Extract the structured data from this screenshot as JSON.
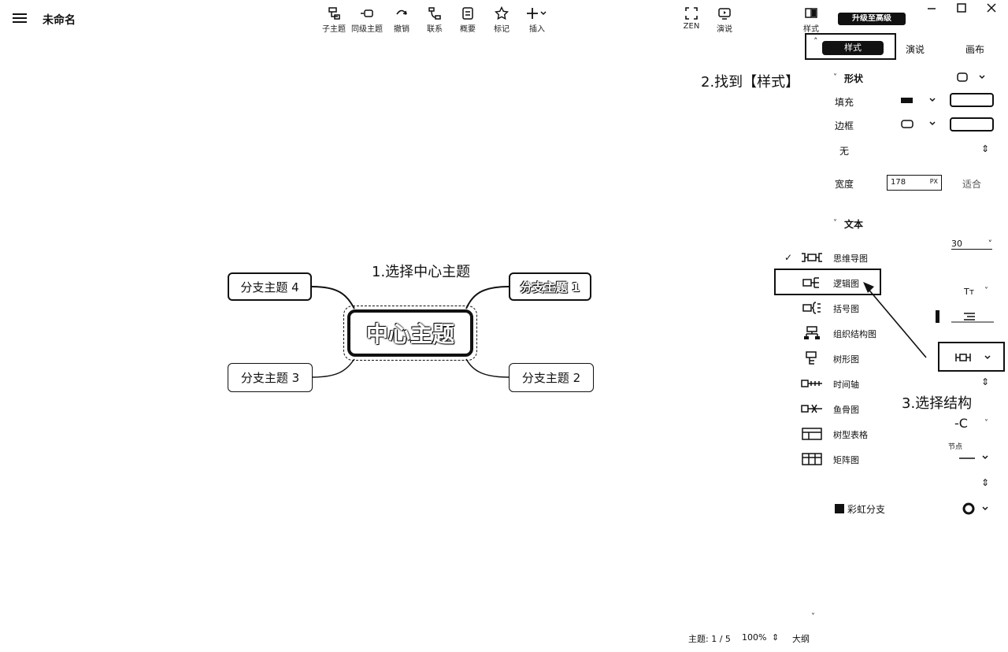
{
  "app": {
    "title": "未命名"
  },
  "toolbar": {
    "tools": [
      {
        "id": "subtopic",
        "label": "子主题"
      },
      {
        "id": "sibling",
        "label": "同级主题"
      },
      {
        "id": "undo",
        "label": "撤销"
      },
      {
        "id": "relation",
        "label": "联系"
      },
      {
        "id": "summary",
        "label": "概要"
      },
      {
        "id": "mark",
        "label": "标记"
      },
      {
        "id": "insert",
        "label": "插入"
      },
      {
        "id": "zen",
        "label": "ZEN"
      },
      {
        "id": "present",
        "label": "演说"
      },
      {
        "id": "style",
        "label": "样式"
      }
    ],
    "window_button_label": "升级至高级"
  },
  "panel": {
    "tabs": [
      "样式",
      "演说",
      "画布"
    ],
    "shape_section": "形状",
    "fill_label": "填充",
    "border_label": "边框",
    "line_pattern": "无",
    "width_label": "宽度",
    "width_value": "178",
    "width_unit": "PX",
    "fit_label": "适合",
    "text_section": "文本",
    "font_size": "30",
    "rainbow_label": "彩虹分支",
    "node_label": "节点"
  },
  "structure_menu": {
    "items": [
      {
        "icon": "mindmap-icon",
        "label": "思维导图",
        "checked": true
      },
      {
        "icon": "logic-icon",
        "label": "逻辑图"
      },
      {
        "icon": "brace-icon",
        "label": "括号图"
      },
      {
        "icon": "org-chart-icon",
        "label": "组织结构图"
      },
      {
        "icon": "tree-icon",
        "label": "树形图"
      },
      {
        "icon": "timeline-icon",
        "label": "时间轴"
      },
      {
        "icon": "fishbone-icon",
        "label": "鱼骨图"
      },
      {
        "icon": "tree-table-icon",
        "label": "树型表格"
      },
      {
        "icon": "matrix-icon",
        "label": "矩阵图"
      }
    ]
  },
  "annotations": {
    "step1": "1.选择中心主题",
    "step2": "2.找到【样式】",
    "step3": "3.选择结构"
  },
  "mindmap": {
    "center": "中心主题",
    "branch1": "分支主题 1",
    "branch2": "分支主题 2",
    "branch3": "分支主题 3",
    "branch4": "分支主题 4"
  },
  "status": {
    "topics": "主题: 1 / 5",
    "zoom": "100%",
    "outline": "大纲"
  }
}
